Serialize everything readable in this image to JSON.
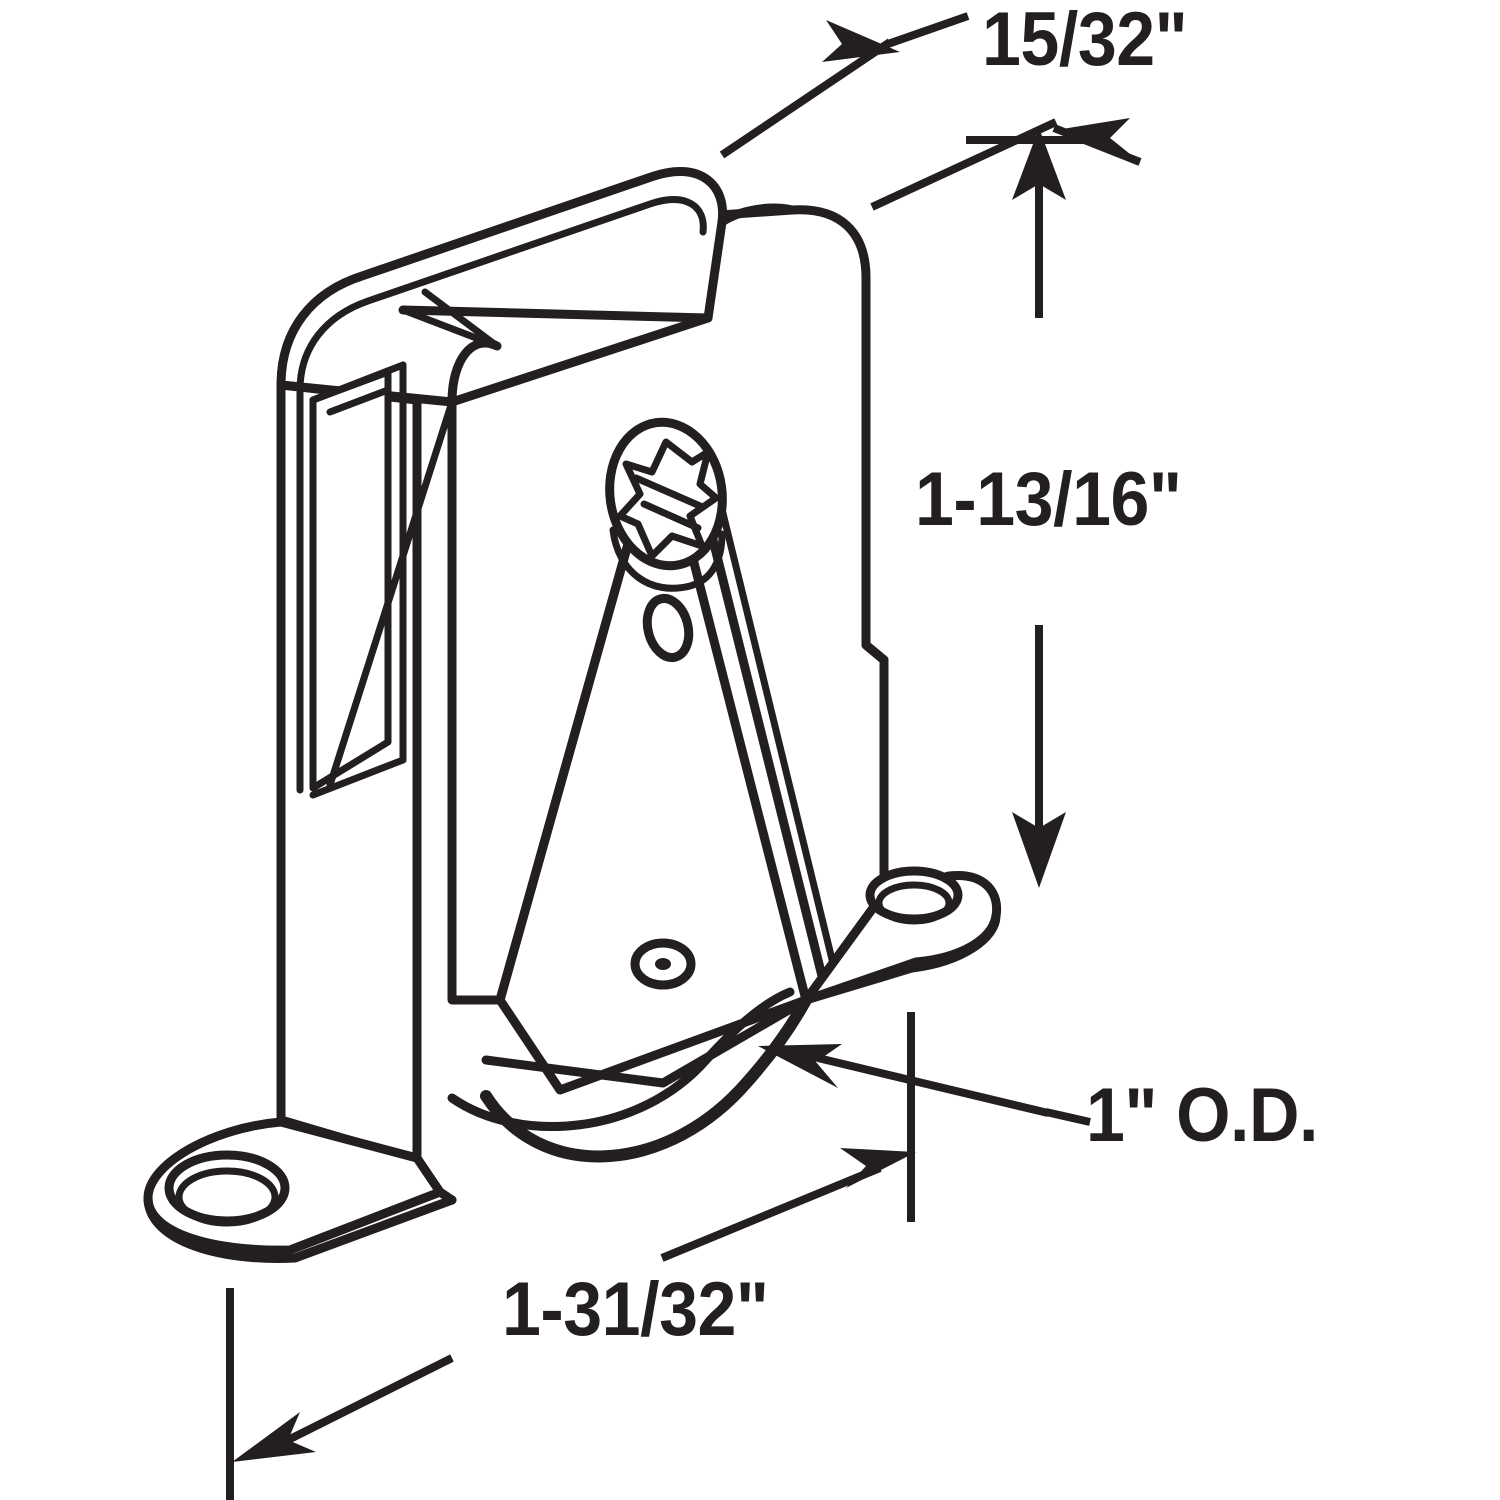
{
  "drawing": {
    "type": "technical-line-drawing",
    "subject": "sliding-door-roller-bracket",
    "view": "isometric",
    "background_color": "#ffffff",
    "line_color": "#231f20",
    "fill_color": "#ffffff"
  },
  "dimensions": {
    "top_thickness": {
      "label": "15/32\"",
      "kind": "leader-pair",
      "meaning": "bracket material / housing thickness"
    },
    "overall_height": {
      "label": "1-13/16\"",
      "kind": "vertical-dimension",
      "meaning": "overall bracket height"
    },
    "roller_diameter": {
      "label": "1\" O.D.",
      "kind": "leader",
      "meaning": "roller wheel outside diameter"
    },
    "overall_width": {
      "label": "1-31/32\"",
      "kind": "horizontal-dimension",
      "meaning": "overall mounting base length"
    }
  },
  "features": {
    "screw": "phillips-pan-head-screw",
    "mount_holes": 2,
    "slot": "rectangular-adjustment-slot",
    "pivot_hole": "small-pivot-hole",
    "axle_hole": "roller-axle-hole"
  }
}
